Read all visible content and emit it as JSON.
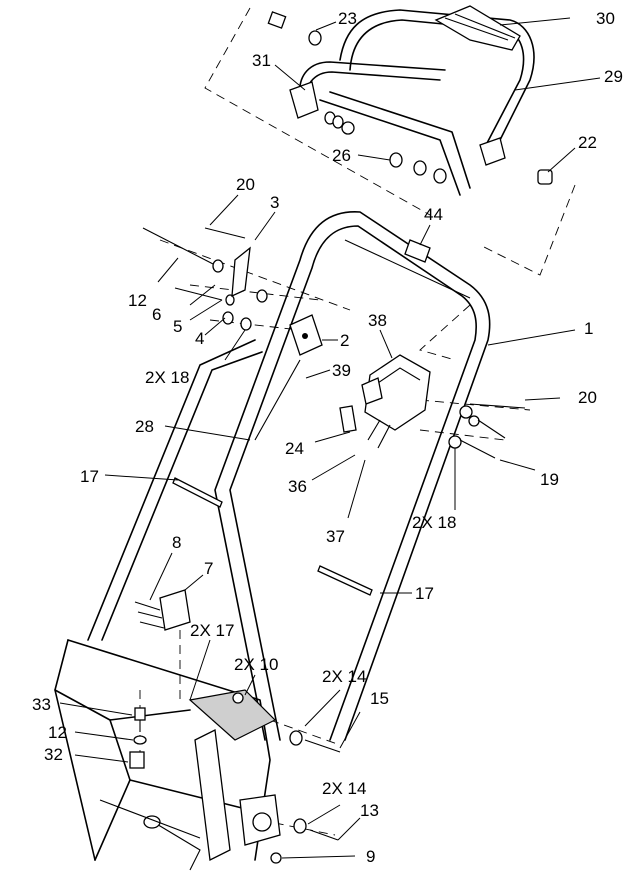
{
  "labels": {
    "l30": "30",
    "l23": "23",
    "l31": "31",
    "l29": "29",
    "l22": "22",
    "l26": "26",
    "l20a": "20",
    "l3": "3",
    "l44": "44",
    "l12a": "12",
    "l6": "6",
    "l5": "5",
    "l4": "4",
    "l2": "2",
    "l38": "38",
    "l2x18a": "2X 18",
    "l39": "39",
    "l1": "1",
    "l20b": "20",
    "l28": "28",
    "l24": "24",
    "l19": "19",
    "l17a": "17",
    "l36": "36",
    "l2x18b": "2X 18",
    "l37": "37",
    "l8": "8",
    "l7": "7",
    "l17b": "17",
    "l2x17": "2X 17",
    "l2x10": "2X 10",
    "l2x14a": "2X 14",
    "l15": "15",
    "l33": "33",
    "l12b": "12",
    "l32": "32",
    "l2x14b": "2X 14",
    "l13": "13",
    "l9": "9"
  }
}
